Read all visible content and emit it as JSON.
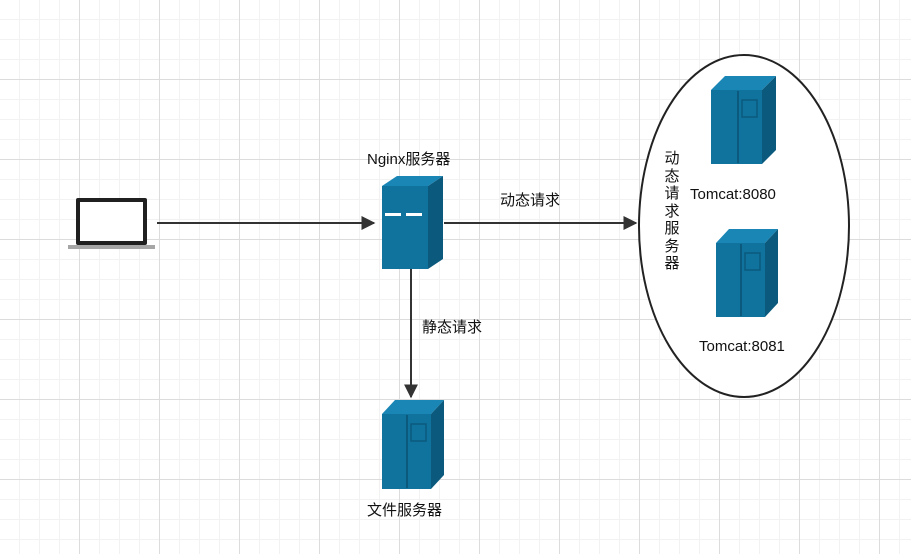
{
  "nginx": {
    "label": "Nginx服务器"
  },
  "edges": {
    "dynamic_label": "动态请求",
    "static_label": "静态请求"
  },
  "dynamic_group": {
    "label": "动态请求服务器"
  },
  "tomcat1": {
    "label": "Tomcat:8080"
  },
  "tomcat2": {
    "label": "Tomcat:8081"
  },
  "file_server": {
    "label": "文件服务器"
  },
  "colors": {
    "server_front": "#10739e",
    "server_dark": "#0b5a7d",
    "server_top": "#1a86b6",
    "edge": "#333333"
  }
}
